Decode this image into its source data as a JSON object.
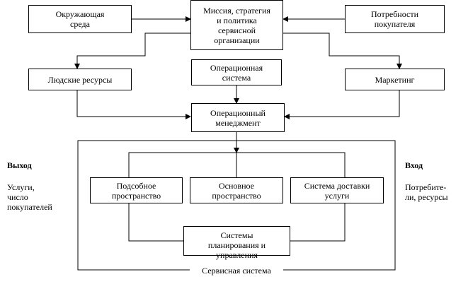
{
  "boxes": {
    "environment": "Окружающая\nсреда",
    "mission": "Миссия, стратегия\nи политика\nсервисной\nорганизации",
    "customer_needs": "Потребности\nпокупателя",
    "human_resources": "Людские ресурсы",
    "operations_system": "Операционная\nсистема",
    "marketing": "Маркетинг",
    "operations_management": "Операционный\nменеджмент",
    "auxiliary_space": "Подсобное\nпространство",
    "main_space": "Основное\nпространство",
    "delivery_system": "Система доставки\nуслуги",
    "planning_systems": "Системы\nпланирования и\nуправления"
  },
  "service_system_label": "Сервисная система",
  "output": {
    "heading": "Выход",
    "text": "Услуги,\nчисло\nпокупателей"
  },
  "input": {
    "heading": "Вход",
    "text": "Потребите-\nли, ресурсы"
  }
}
